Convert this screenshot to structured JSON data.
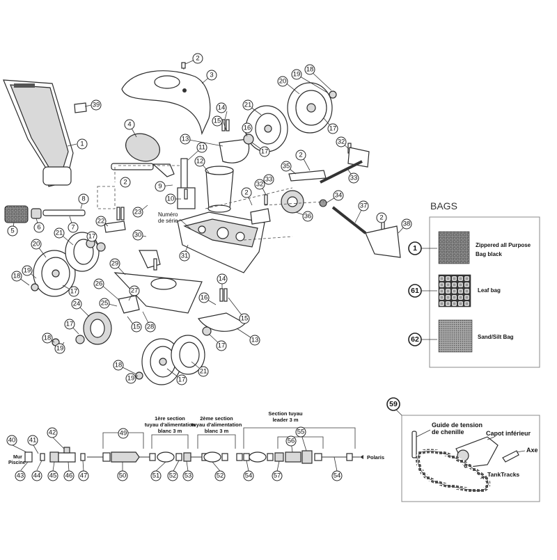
{
  "bags": {
    "title": "BAGS",
    "items": [
      {
        "num": "1",
        "label_lines": [
          "Zippered all Purpose",
          "Bag black"
        ]
      },
      {
        "num": "61",
        "label_lines": [
          "Leaf bag"
        ]
      },
      {
        "num": "62",
        "label_lines": [
          "Sand/Silt Bag"
        ]
      }
    ]
  },
  "main_labels": {
    "serial_lines": [
      "Numéro",
      "de série"
    ]
  },
  "hose": {
    "wall_lines": [
      "Mur",
      "Piscine"
    ],
    "section1_lines": [
      "1ère section",
      "tuyau d'alimentation",
      "blanc 3 m"
    ],
    "section2_lines": [
      "2ème section",
      "tuyau d'alimentation",
      "blanc 3 m"
    ],
    "leader_lines": [
      "Section tuyau",
      "leader 3 m"
    ],
    "polaris": "Polaris"
  },
  "tank_tracks": {
    "num": "59",
    "guide_lines": [
      "Guide de tension",
      "de chenille"
    ],
    "capot": "Capot inférieur",
    "axe": "Axe",
    "brand": "TankTracks"
  },
  "callouts_main": [
    "1",
    "2",
    "3",
    "4",
    "5",
    "6",
    "7",
    "8",
    "9",
    "10",
    "11",
    "12",
    "13",
    "14",
    "15",
    "16",
    "17",
    "18",
    "19",
    "20",
    "21",
    "22",
    "23",
    "24",
    "25",
    "26",
    "27",
    "28",
    "29",
    "30",
    "31",
    "32",
    "33",
    "34",
    "35",
    "36",
    "37",
    "38",
    "39"
  ],
  "callouts_hose": [
    "40",
    "41",
    "42",
    "43",
    "44",
    "45",
    "46",
    "47",
    "49",
    "50",
    "51",
    "52",
    "53",
    "54",
    "55",
    "56",
    "57"
  ]
}
